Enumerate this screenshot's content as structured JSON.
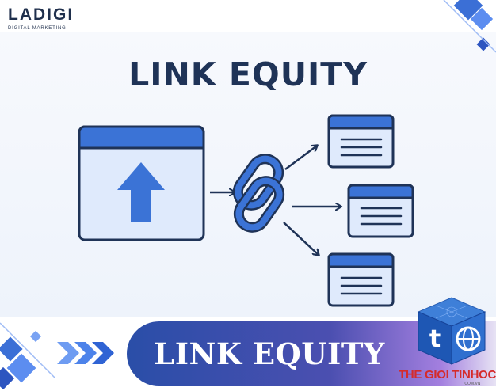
{
  "logo": {
    "main": "LADIGI",
    "sub": "DIGITAL MARKETING"
  },
  "title": "LINK EQUITY",
  "icons": {
    "source_page": "page-upload-icon",
    "chain": "chain-link-icon",
    "targets": [
      "document-icon",
      "document-icon",
      "document-icon"
    ]
  },
  "banner": {
    "text": "LINK EQUITY"
  },
  "brand": {
    "name": "THE GIOI TINHOC",
    "domain": ".COM.VN",
    "cube_letter": "t"
  },
  "colors": {
    "title": "#1f3357",
    "primary_blue": "#3b73d6",
    "window_fill": "#dfeafc",
    "outline": "#1f3357",
    "brand_red": "#d52b2b"
  }
}
